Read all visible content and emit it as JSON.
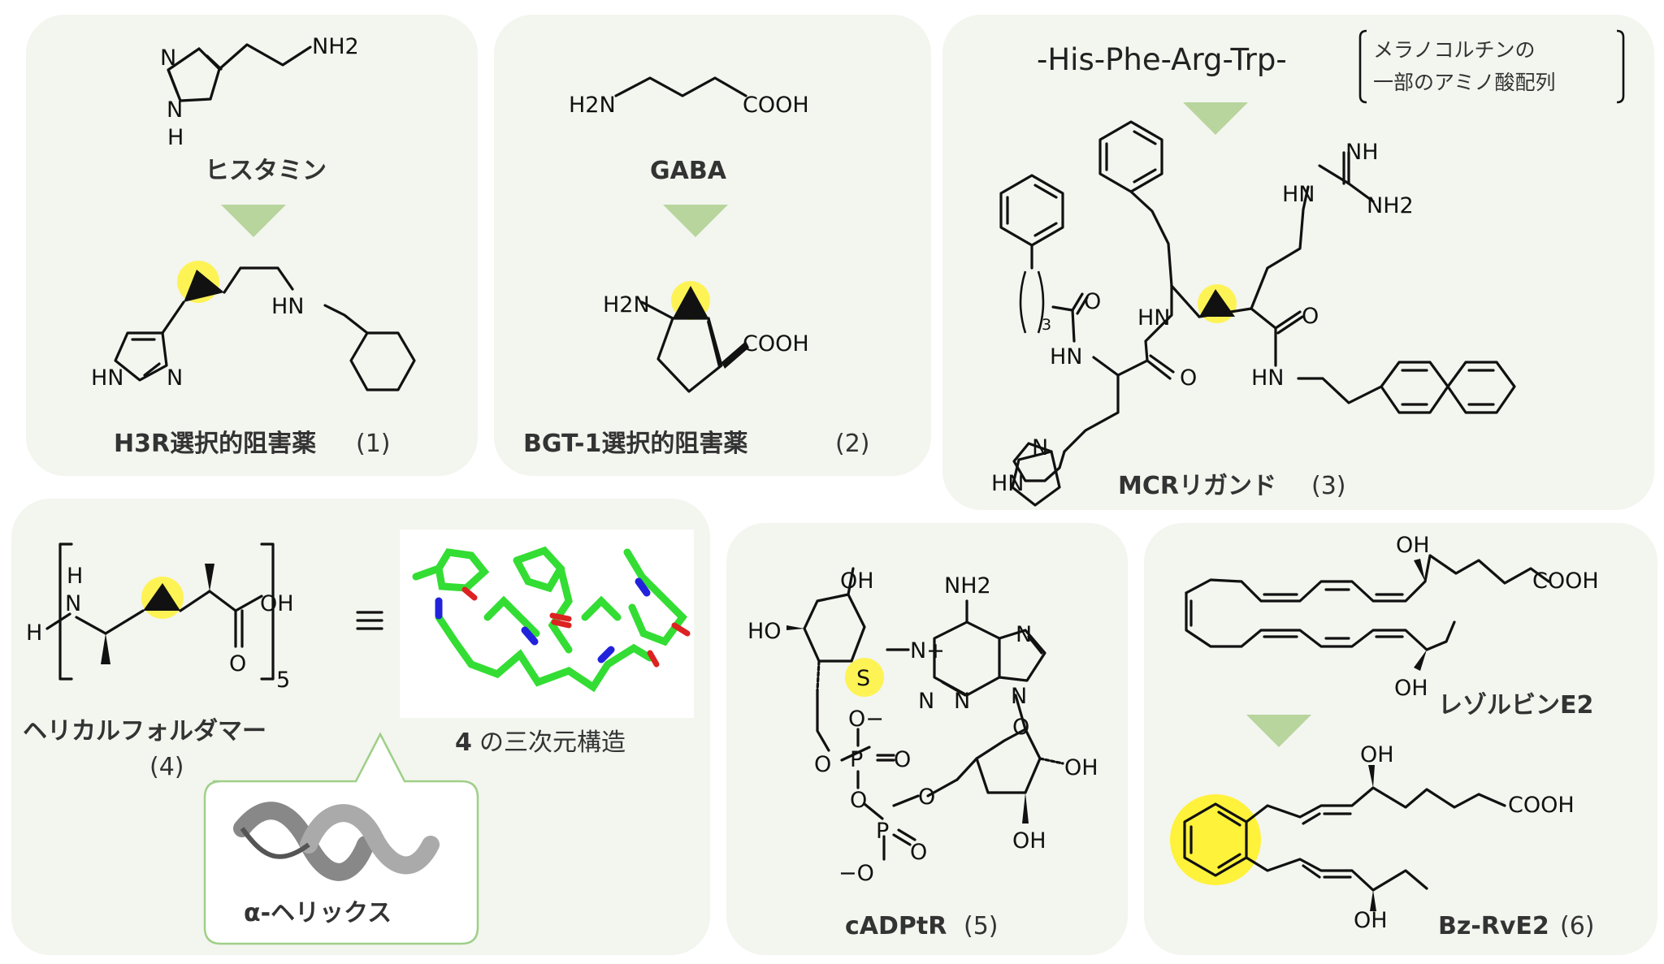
{
  "panels": {
    "histamine": {
      "source_name": "ヒスタミン",
      "product_label": "H3R選択的阻害薬",
      "compound_number": "(1)",
      "atoms": [
        "N",
        "NH2",
        "N",
        "H",
        "HN",
        "N",
        "HN"
      ]
    },
    "gaba": {
      "source_name": "GABA",
      "product_label": "BGT-1選択的阻害薬",
      "compound_number": "(2)",
      "atoms": [
        "H2N",
        "COOH",
        "H2N",
        "COOH"
      ]
    },
    "mcr": {
      "sequence": "-His-Phe-Arg-Trp-",
      "note_line1": "メラノコルチンの",
      "note_line2": "一部のアミノ酸配列",
      "product_label": "MCRリガンド",
      "compound_number": "(3)",
      "atoms": [
        "NH",
        "HN",
        "NH2",
        "O",
        "HN",
        "HN",
        "O",
        "O",
        "HN",
        "N",
        "HN",
        "3"
      ]
    },
    "foldamer": {
      "label": "ヘリカルフォルダマー",
      "compound_number": "(4)",
      "repeat": "5",
      "structure_caption_number": "4",
      "structure_caption": "の三次元構造",
      "helix_label": "α-ヘリックス",
      "equiv_symbol": "≡",
      "atoms": [
        "H",
        "N",
        "H",
        "OH",
        "O"
      ]
    },
    "cadptr": {
      "label": "cADPtR",
      "compound_number": "(5)",
      "atoms": [
        "OH",
        "HO",
        "S",
        "N+",
        "NH2",
        "N",
        "N",
        "N",
        "N",
        "O",
        "O−",
        "P",
        "O",
        "O",
        "O",
        "P",
        "O",
        "−O",
        "O",
        "O",
        "OH",
        "OH"
      ]
    },
    "resolvin": {
      "source_name": "レゾルビンE2",
      "product_label": "Bz-RvE2",
      "compound_number": "(6)",
      "atoms": [
        "OH",
        "COOH",
        "OH",
        "OH",
        "COOH",
        "OH"
      ]
    }
  },
  "colors": {
    "panel_bg": "#f3f5ef",
    "arrow": "#b7d59c",
    "highlight": "#fff23a",
    "carbon": "#33dd33",
    "nitrogen": "#2222dd",
    "oxygen": "#dd2222"
  }
}
